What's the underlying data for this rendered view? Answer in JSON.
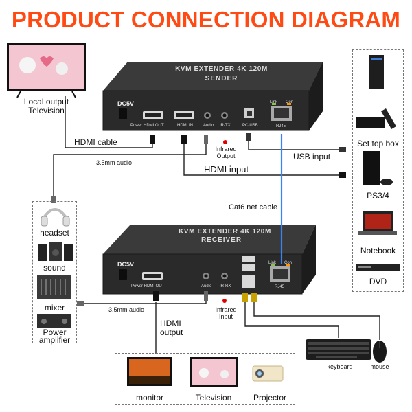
{
  "title": "PRODUCT CONNECTION DIAGRAM",
  "sender": {
    "model": "KVM EXTENDER 4K 120M",
    "role": "SENDER",
    "ports": {
      "dc": "DC5V",
      "power": "Power",
      "hdmi_out": "HDMI OUT",
      "hdmi_in": "HDMI IN",
      "audio": "Audio",
      "ir": "IR-TX",
      "usb": "PC-USB",
      "link": "Link",
      "con": "Con",
      "rj45": "RJ45"
    }
  },
  "receiver": {
    "model": "KVM EXTENDER 4K 120M",
    "role": "RECEIVER",
    "ports": {
      "dc": "DC5V",
      "power_hdmi": "Power HDMI OUT",
      "audio": "Audio",
      "ir": "IR-RX",
      "link": "Link",
      "con": "Con",
      "rj45": "RJ45"
    }
  },
  "labels": {
    "local_tv": [
      "Local output",
      "Television"
    ],
    "hdmi_cable": "HDMI cable",
    "audio_top": "3.5mm audio",
    "ir_output": [
      "Infrared",
      "Output"
    ],
    "hdmi_input": "HDMI input",
    "usb_input": "USB input",
    "cat6": "Cat6 net cable",
    "audio_bottom": "3.5mm audio",
    "ir_input": [
      "Infrared",
      "Input"
    ],
    "hdmi_output": [
      "HDMI",
      "output"
    ]
  },
  "left_devices": [
    "headset",
    "sound",
    "mixer",
    [
      "Power",
      "amplifier"
    ]
  ],
  "right_devices": [
    "Set top box",
    "PS3/4",
    "Notebook",
    "DVD"
  ],
  "bottom_devices": [
    "monitor",
    "Television",
    "Projector"
  ],
  "peripherals": [
    "keyboard",
    "mouse"
  ],
  "colors": {
    "title": "#ff4a14",
    "cat6_cable": "#3b82f6",
    "ir_dot": "#e00000",
    "box_dark": "#2c2c2c"
  }
}
